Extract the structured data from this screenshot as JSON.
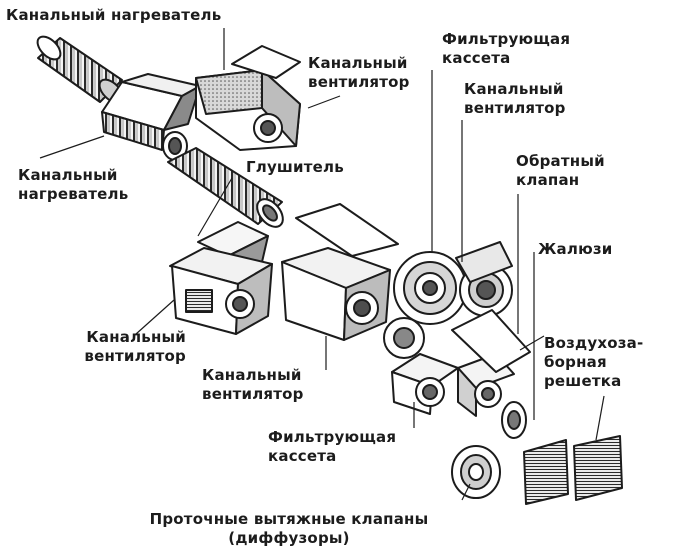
{
  "labels": {
    "heater_top": "Канальный нагреватель",
    "heater_left": [
      "Канальный",
      "нагреватель"
    ],
    "fan_top": [
      "Канальный",
      "вентилятор"
    ],
    "filter_top": [
      "Фильтрующая",
      "кассета"
    ],
    "fan_right": [
      "Канальный",
      "вентилятор"
    ],
    "muffler": "Глушитель",
    "check_valve": [
      "Обратный",
      "клапан"
    ],
    "louvers": "Жалюзи",
    "intake_grille": [
      "Воздухоза-",
      "борная",
      "решетка"
    ],
    "fan_left": [
      "Канальный",
      "вентилятор"
    ],
    "fan_middle": [
      "Канальный",
      "вентилятор"
    ],
    "filter_bottom": [
      "Фильтрующая",
      "кассета"
    ],
    "diffusers": [
      "Проточные вытяжные клапаны",
      "(диффузоры)"
    ]
  },
  "colors": {
    "ink": "#1c1c1c",
    "shade": "#8a8a8a",
    "light": "#e6e6e6"
  }
}
